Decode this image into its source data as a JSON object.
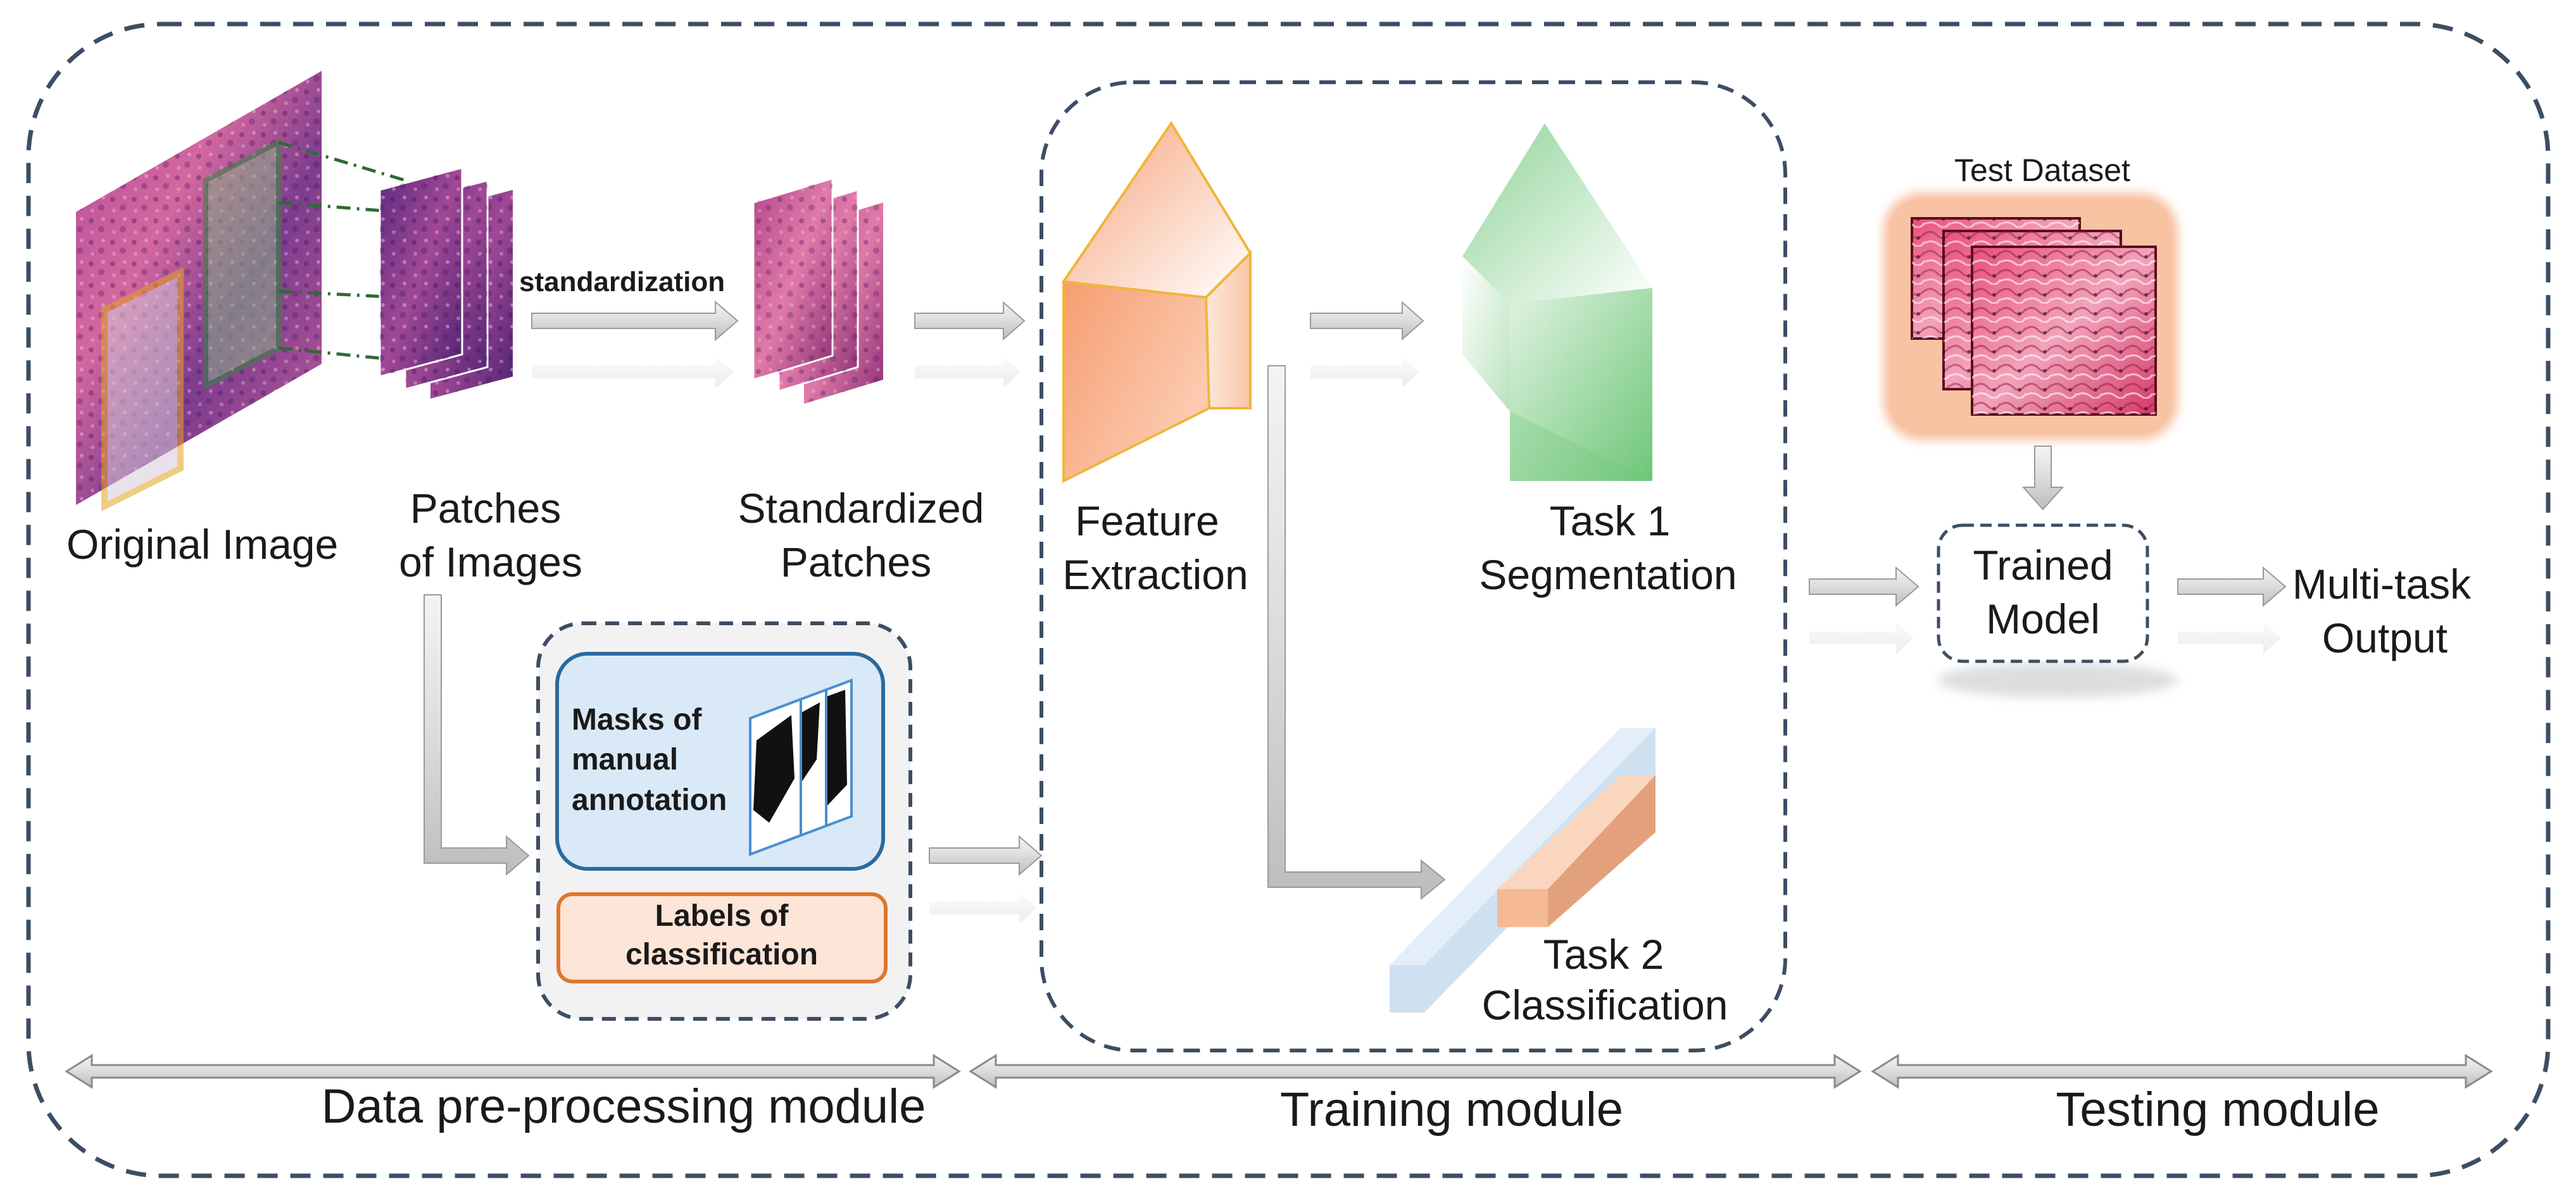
{
  "labels": {
    "original_image": "Original Image",
    "patches_line1": "Patches",
    "patches_line2": "of Images",
    "standardization": "standardization",
    "standardized_line1": "Standardized",
    "standardized_line2": "Patches",
    "feature_line1": "Feature",
    "feature_line2": "Extraction",
    "task1_line1": "Task 1",
    "task1_line2": "Segmentation",
    "task2_line1": "Task 2",
    "task2_line2": "Classification",
    "masks_line1": "Masks of",
    "masks_line2": "manual",
    "masks_line3": "annotation",
    "labels_line1": "Labels of",
    "labels_line2": "classification",
    "test_dataset": "Test Dataset",
    "trained_line1": "Trained",
    "trained_line2": "Model",
    "output_line1": "Multi-task",
    "output_line2": "Output"
  },
  "modules": {
    "preprocessing": "Data pre-processing module",
    "training": "Training module",
    "testing": "Testing module"
  },
  "colors": {
    "frame": "#3c4e63",
    "tissue_purple": "#8a3a86",
    "tissue_pink": "#d8558f",
    "feature_orange": "#f6a27a",
    "task1_green": "#7ccb86",
    "task2_blue": "#cfe1f1",
    "task2_orange": "#f6c1a0",
    "masks_fill": "#d9e9f7",
    "masks_border": "#2b6a9e",
    "labels_fill": "#fde5d8",
    "labels_border": "#e0762e",
    "test_glow": "#f7b38c",
    "test_pink": "#e23b6a",
    "arrow_grey": "#c9c9c9"
  }
}
